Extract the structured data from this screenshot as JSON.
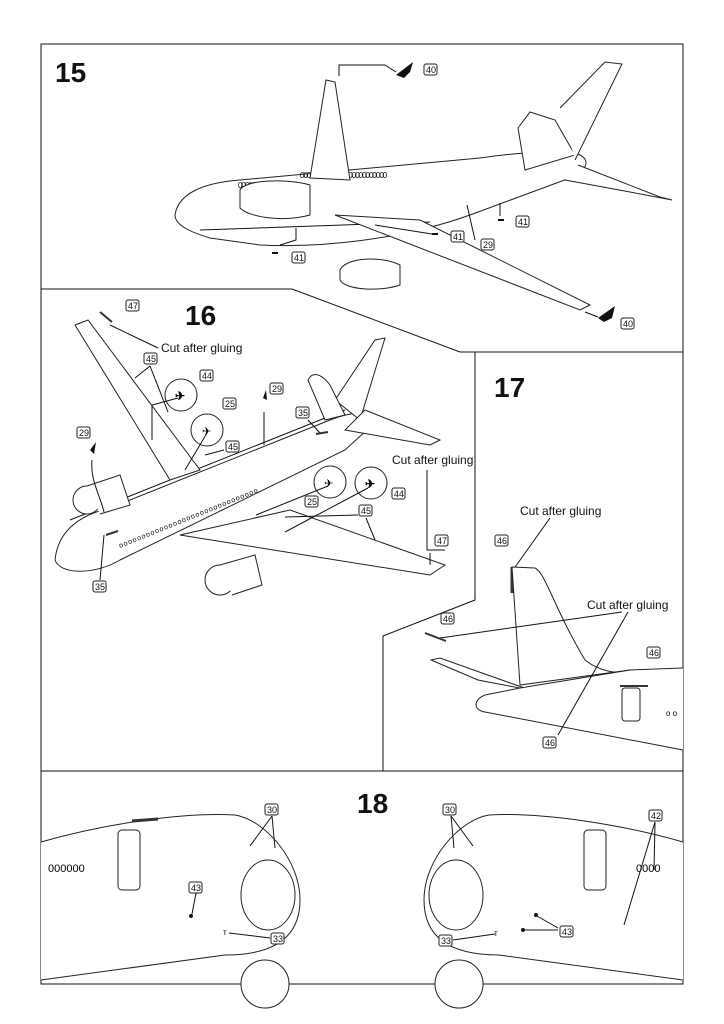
{
  "document": {
    "type": "model assembly instruction sheet",
    "steps": [
      {
        "number": "15",
        "callouts": [
          "40",
          "40",
          "41",
          "41",
          "41",
          "29"
        ]
      },
      {
        "number": "16",
        "callouts": [
          "47",
          "45",
          "44",
          "25",
          "29",
          "35",
          "29",
          "45",
          "35",
          "25",
          "44",
          "45",
          "47"
        ],
        "notes": [
          "Cut after gluing",
          "Cut after gluing"
        ]
      },
      {
        "number": "17",
        "callouts": [
          "46",
          "46",
          "46",
          "46"
        ],
        "notes": [
          "Cut after gluing",
          "Cut after gluing"
        ]
      },
      {
        "number": "18",
        "callouts": [
          "30",
          "43",
          "33",
          "30",
          "42",
          "43",
          "33"
        ]
      }
    ]
  },
  "labels": {
    "step15": "15",
    "step16": "16",
    "step17": "17",
    "step18": "18",
    "cut": "Cut after gluing",
    "p40": "40",
    "p41": "41",
    "p29": "29",
    "p47": "47",
    "p45": "45",
    "p44": "44",
    "p25": "25",
    "p35": "35",
    "p46": "46",
    "p30": "30",
    "p43": "43",
    "p33": "33",
    "p42": "42"
  }
}
